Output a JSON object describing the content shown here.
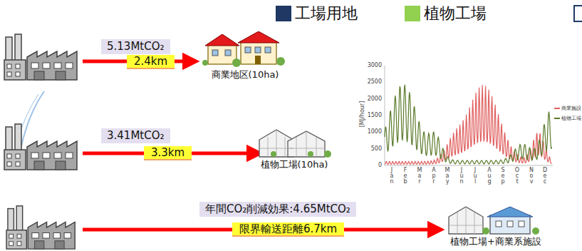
{
  "diagram": {
    "nodes": [
      {
        "text": [
          "商業地区(10ha)"
        ]
      },
      {
        "text": [
          "植物工場(10ha)"
        ]
      },
      {
        "text": [
          "植物工場+商業系施設"
        ]
      }
    ],
    "labels": [
      "5.13MtCO₂",
      "2.4km",
      "3.41MtCO₂",
      "3.3km",
      "年間CO₂削減効果:4.65MtCO₂",
      "限界輸送距離6.7km",
      "3000",
      "2500",
      "2000",
      "1500",
      "1000",
      "500",
      "0",
      "[MJ/hour]",
      "J a n",
      "F e b",
      "M a r",
      "A p r",
      "M a y",
      "J u n",
      "J u l",
      "A u g",
      "S e p",
      "O c t",
      "N o v",
      "D e c"
    ],
    "legend": [
      {
        "text": "工場用地",
        "color": "#1f3864"
      },
      {
        "text": "植物工場",
        "color": "#92d050"
      },
      {
        "text": "商業施設"
      },
      {
        "text": "植物工場"
      }
    ]
  }
}
